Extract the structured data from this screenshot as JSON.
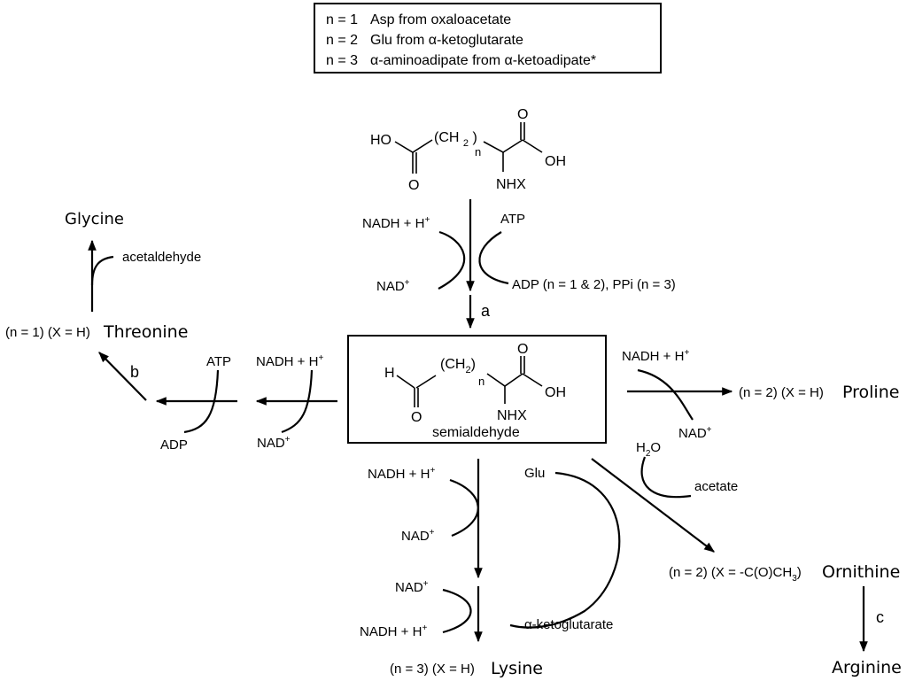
{
  "legend": {
    "rows": [
      {
        "n": "n = 1",
        "text": "Asp from oxaloacetate"
      },
      {
        "n": "n = 2",
        "text": "Glu  from α-ketoglutarate"
      },
      {
        "n": "n = 3",
        "text": "α-aminoadipate from α-ketoadipate*"
      }
    ]
  },
  "substrate": {
    "ho": "HO",
    "ch2": "(CH",
    "ch2_sub": "2",
    "ch2_close": ")",
    "n": "n",
    "o_left": "O",
    "o_right": "O",
    "oh": "OH",
    "nhx": "NHX"
  },
  "step_a": {
    "nadh": "NADH + H",
    "nadh_sup": "+",
    "atp": "ATP",
    "nad": "NAD",
    "nad_sup": "+",
    "adp": "ADP (n = 1 & 2), PPi (n = 3)",
    "label": "a"
  },
  "semialdehyde": {
    "h": "H",
    "ch2": "(CH",
    "ch2_sub": "2",
    "ch2_close": ")",
    "n": "n",
    "o_left": "O",
    "o_right": "O",
    "oh": "OH",
    "nhx": "NHX",
    "caption": "semialdehyde"
  },
  "threonine_branch": {
    "glycine": "Glycine",
    "acetaldehyde": "acetaldehyde",
    "threonine_cond": "(n = 1) (X = H)",
    "threonine": "Threonine",
    "label": "b",
    "atp": "ATP",
    "adp": "ADP",
    "nadh": "NADH + H",
    "nadh_sup": "+",
    "nad": "NAD",
    "nad_sup": "+"
  },
  "proline_branch": {
    "nadh": "NADH + H",
    "nadh_sup": "+",
    "nad": "NAD",
    "nad_sup": "+",
    "cond": "(n = 2) (X = H)",
    "product": "Proline"
  },
  "lysine_branch": {
    "nadh1": "NADH + H",
    "nadh1_sup": "+",
    "nad1": "NAD",
    "nad1_sup": "+",
    "nad2": "NAD",
    "nad2_sup": "+",
    "nadh2": "NADH + H",
    "nadh2_sup": "+",
    "glu": "Glu",
    "akg": "α-ketoglutarate",
    "cond": "(n = 3) (X = H)",
    "product": "Lysine"
  },
  "ornithine_branch": {
    "h2o_h": "H",
    "h2o_sub": "2",
    "h2o_o": "O",
    "acetate": "acetate",
    "cond": "(n = 2) (X = -C(O)CH",
    "cond_sub": "3",
    "cond_close": ")",
    "product": "Ornithine",
    "label": "c",
    "arginine": "Arginine"
  }
}
